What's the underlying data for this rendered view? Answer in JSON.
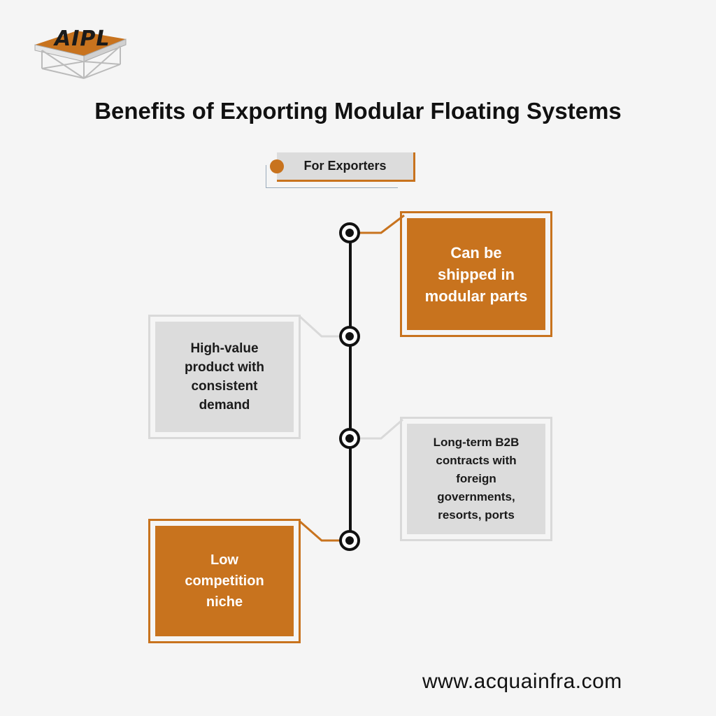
{
  "logo": {
    "text": "AIPL"
  },
  "title": "Benefits of Exporting Modular Floating Systems",
  "tag": {
    "label": "For Exporters"
  },
  "benefits": [
    {
      "text": "Can be shipped in modular parts",
      "style": "orange",
      "side": "right"
    },
    {
      "text": "High-value product with consistent demand",
      "style": "gray",
      "side": "left"
    },
    {
      "text": "Long-term B2B contracts with foreign governments, resorts, ports",
      "style": "gray",
      "side": "right"
    },
    {
      "text": "Low competition niche",
      "style": "orange",
      "side": "left"
    }
  ],
  "colors": {
    "accent": "#c8731e",
    "card_gray": "#dcdcdc",
    "frame_gray": "#d9d9d9",
    "background": "#f5f5f5"
  },
  "footer": {
    "url": "www.acquainfra.com"
  }
}
